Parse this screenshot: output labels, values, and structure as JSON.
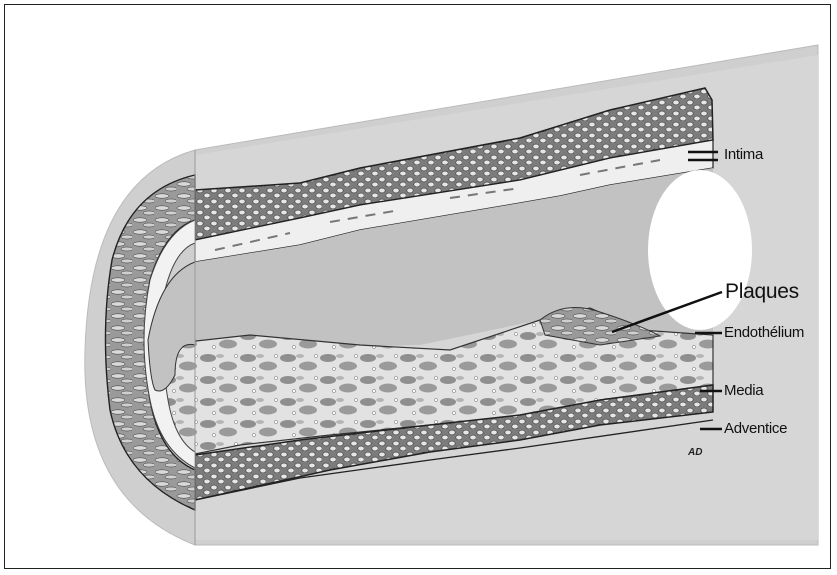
{
  "labels": {
    "intima": "Intima",
    "plaques": "Plaques",
    "endothelium": "Endothélium",
    "media": "Media",
    "adventice": "Adventice"
  },
  "credit": "AD",
  "colors": {
    "adventitia": "#c9c9c9",
    "media_band": "#7a7a7a",
    "lumen": "#bdbdbd",
    "plaque": "#9e9e9e",
    "outline": "#2a2a2a"
  }
}
